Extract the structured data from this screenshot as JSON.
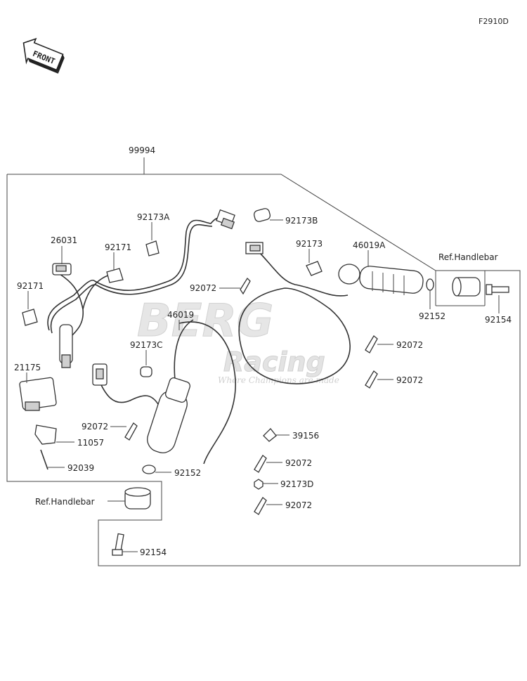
{
  "diagram_code": "F2910D",
  "front_label": "FRONT",
  "watermark": {
    "brand": "BERG",
    "sub": "Racing",
    "tagline": "Where Champions are made"
  },
  "kit_label": "99994",
  "ref_handlebar_right": "Ref.Handlebar",
  "ref_handlebar_left": "Ref.Handlebar",
  "callouts": {
    "p92173A": "92173A",
    "p92173B": "92173B",
    "p26031": "26031",
    "p92171_a": "92171",
    "p92173": "92173",
    "p46019A": "46019A",
    "p92171_b": "92171",
    "p92072_a": "92072",
    "p92152_a": "92152",
    "p92154_a": "92154",
    "p46019": "46019",
    "p92072_b": "92072",
    "p92173C": "92173C",
    "p92072_c": "92072",
    "p21175": "21175",
    "p11057": "11057",
    "p92072_d": "92072",
    "p39156": "39156",
    "p92039": "92039",
    "p92072_e": "92072",
    "p92152_b": "92152",
    "p92173D": "92173D",
    "p92072_f": "92072",
    "p92154_b": "92154"
  }
}
